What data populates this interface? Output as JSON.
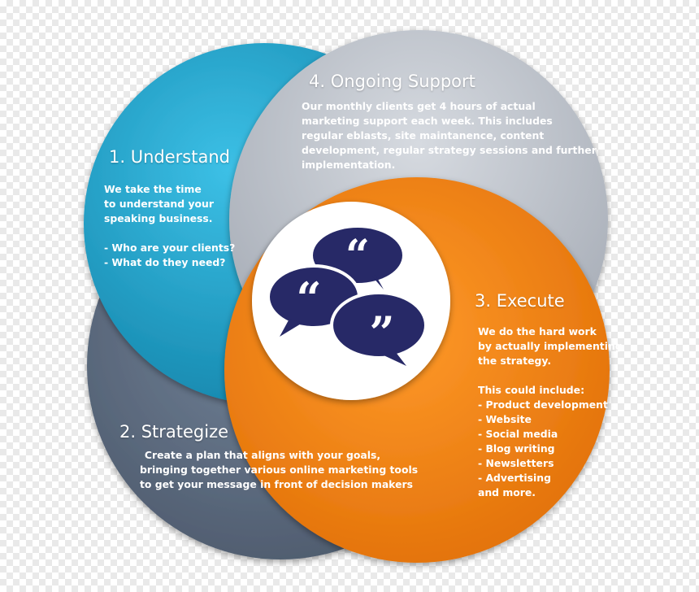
{
  "colors": {
    "understand": "#1b9cc4",
    "strategize": "#56667a",
    "execute": "#f07d0f",
    "support": "#b4bac4",
    "quote_bubbles": "#272967",
    "center": "#ffffff"
  },
  "icons": {
    "center": "speech-bubbles-quote-icon"
  },
  "steps": {
    "understand": {
      "title": "1. Understand",
      "lines": [
        "We take the time",
        "to understand your",
        "speaking business."
      ],
      "bullets": [
        "- Who are your clients?",
        "- What do they need?"
      ]
    },
    "strategize": {
      "title": "2. Strategize",
      "lines": [
        "Create a plan that aligns with your goals,",
        "bringing together various online marketing tools",
        "to get your message in front of decision makers"
      ]
    },
    "execute": {
      "title": "3. Execute",
      "lines": [
        "We do the hard work",
        "by actually implementing",
        "the strategy."
      ],
      "list_title": "This could include:",
      "bullets": [
        "- Product development",
        "- Website",
        "- Social media",
        "- Blog writing",
        "- Newsletters",
        "- Advertising",
        "and more."
      ]
    },
    "support": {
      "title": "4. Ongoing Support",
      "lines": [
        "Our monthly clients get 4 hours of actual",
        "marketing support each week. This includes",
        "regular eblasts, site maintanence, content",
        "development, regular strategy sessions  and further",
        "implementation."
      ]
    }
  }
}
